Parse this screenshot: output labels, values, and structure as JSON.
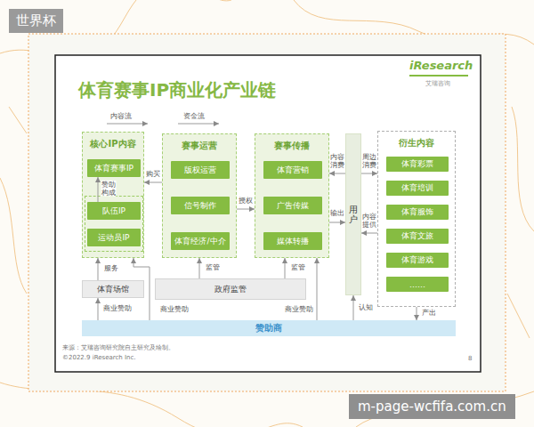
{
  "diagram": {
    "title": "体育赛事IP商业化产业链",
    "nodes": [
      {
        "text": [
          "核心IP内容"
        ]
      },
      {
        "text": [
          "体育赛事IP"
        ],
        "in": 0
      },
      {
        "text": [
          "队伍IP"
        ],
        "in": 0
      },
      {
        "text": [
          "运动员IP"
        ],
        "in": 0
      },
      {
        "text": [
          "赛事运营"
        ]
      },
      {
        "text": [
          "版权运营"
        ],
        "in": 4
      },
      {
        "text": [
          "信号制作"
        ],
        "in": 4
      },
      {
        "text": [
          "体育经济/中介"
        ],
        "in": 4
      },
      {
        "text": [
          "赛事传播"
        ]
      },
      {
        "text": [
          "体育营销"
        ],
        "in": 8
      },
      {
        "text": [
          "广告传媒"
        ],
        "in": 8
      },
      {
        "text": [
          "媒体转播"
        ],
        "in": 8
      },
      {
        "text": [
          "用户"
        ]
      },
      {
        "text": [
          "衍生内容"
        ]
      },
      {
        "text": [
          "体育彩票"
        ],
        "in": 13
      },
      {
        "text": [
          "体育培训"
        ],
        "in": 13
      },
      {
        "text": [
          "体育服饰"
        ],
        "in": 13
      },
      {
        "text": [
          "体育文旅"
        ],
        "in": 13
      },
      {
        "text": [
          "体育游戏"
        ],
        "in": 13
      },
      {
        "text": [
          "……"
        ],
        "in": 13
      },
      {
        "text": [
          "体育场馆"
        ]
      },
      {
        "text": [
          "政府监管"
        ]
      },
      {
        "text": [
          "赞助商"
        ]
      }
    ],
    "edges": [
      {
        "from": 2,
        "to": 1,
        "label": "赞助 构成",
        "arrow": "to"
      },
      {
        "from": 4,
        "to": 0,
        "label": "购买",
        "arrow": "to"
      },
      {
        "from": 4,
        "to": 8,
        "label": "授权",
        "arrow": "to"
      },
      {
        "from": 12,
        "to": 8,
        "label": "内容消费",
        "arrow": "to"
      },
      {
        "from": 8,
        "to": 12,
        "label": "输出",
        "arrow": "to"
      },
      {
        "from": 12,
        "to": 13,
        "label": "周边消费",
        "arrow": "to"
      },
      {
        "from": 13,
        "to": 12,
        "label": "内容提供",
        "arrow": "to"
      },
      {
        "from": 20,
        "to": 0,
        "label": "服务",
        "arrow": "to"
      },
      {
        "from": 21,
        "to": 4,
        "label": "监管",
        "arrow": "to"
      },
      {
        "from": 21,
        "to": 8,
        "label": "监管",
        "arrow": "to"
      },
      {
        "from": 22,
        "to": 20,
        "label": "商业赞助",
        "arrow": "to"
      },
      {
        "from": 22,
        "to": 0,
        "label": "商业赞助",
        "arrow": "to"
      },
      {
        "from": 22,
        "to": 8,
        "label": "商业赞助",
        "arrow": "to"
      },
      {
        "from": 22,
        "to": 12,
        "label": "认知",
        "arrow": "to"
      },
      {
        "from": 13,
        "to": 22,
        "label": "产出",
        "arrow": "to"
      }
    ],
    "labels": [
      "世界杯",
      "iResearch",
      "艾瑞咨询",
      "内容流",
      "资金流",
      "来源：艾瑞咨询研究院自主研究及绘制。",
      "©2022.9 iResearch Inc.",
      "8",
      "m-page-wcfifa.com.cn"
    ]
  }
}
